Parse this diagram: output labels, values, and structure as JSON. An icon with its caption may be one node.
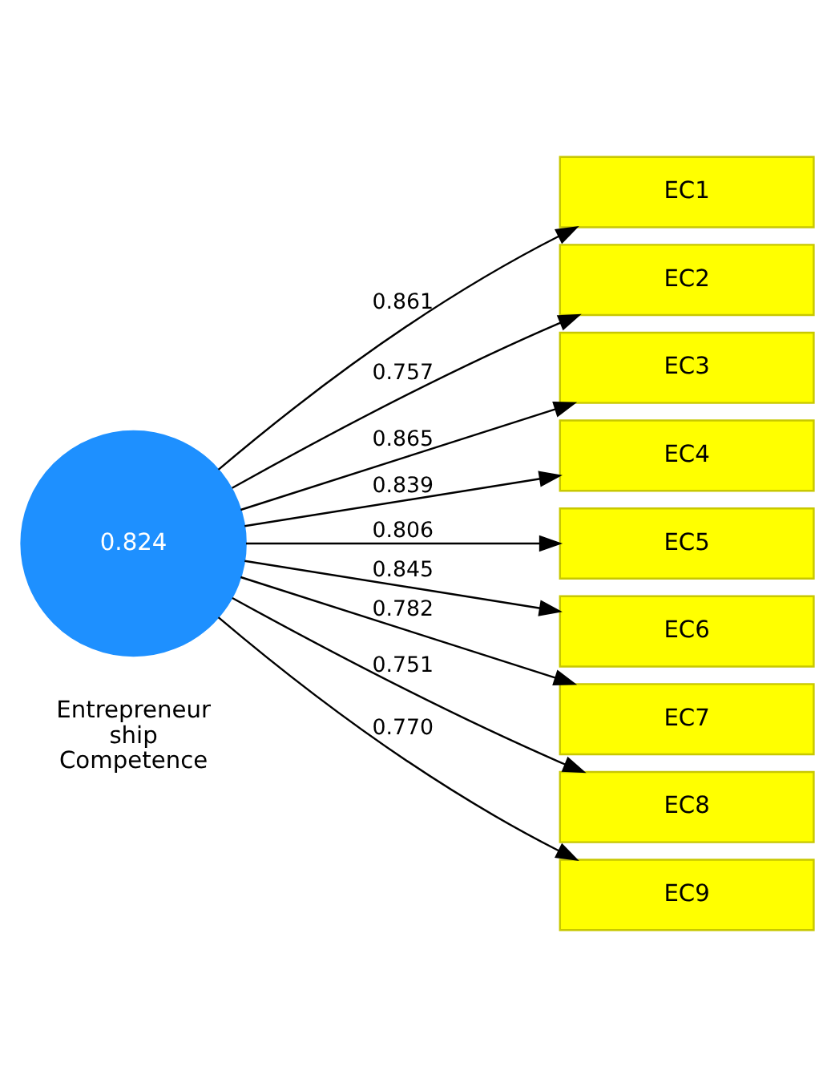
{
  "diagram": {
    "nodes": [
      {
        "text": [
          "0.824"
        ],
        "beside": [
          "Entrepreneur ship Competence"
        ]
      },
      {
        "text": [
          "EC1"
        ]
      },
      {
        "text": [
          "EC2"
        ]
      },
      {
        "text": [
          "EC3"
        ]
      },
      {
        "text": [
          "EC4"
        ]
      },
      {
        "text": [
          "EC5"
        ]
      },
      {
        "text": [
          "EC6"
        ]
      },
      {
        "text": [
          "EC7"
        ]
      },
      {
        "text": [
          "EC8"
        ]
      },
      {
        "text": [
          "EC9"
        ]
      }
    ],
    "edges": [
      {
        "from": 0,
        "to": 1,
        "arrow": "to",
        "label": "0.861"
      },
      {
        "from": 0,
        "to": 2,
        "arrow": "to",
        "label": "0.757"
      },
      {
        "from": 0,
        "to": 3,
        "arrow": "to",
        "label": "0.865"
      },
      {
        "from": 0,
        "to": 4,
        "arrow": "to",
        "label": "0.839"
      },
      {
        "from": 0,
        "to": 5,
        "arrow": "to",
        "label": "0.806"
      },
      {
        "from": 0,
        "to": 6,
        "arrow": "to",
        "label": "0.845"
      },
      {
        "from": 0,
        "to": 7,
        "arrow": "to",
        "label": "0.782"
      },
      {
        "from": 0,
        "to": 8,
        "arrow": "to",
        "label": "0.751"
      },
      {
        "from": 0,
        "to": 9,
        "arrow": "to",
        "label": "0.770"
      }
    ]
  }
}
